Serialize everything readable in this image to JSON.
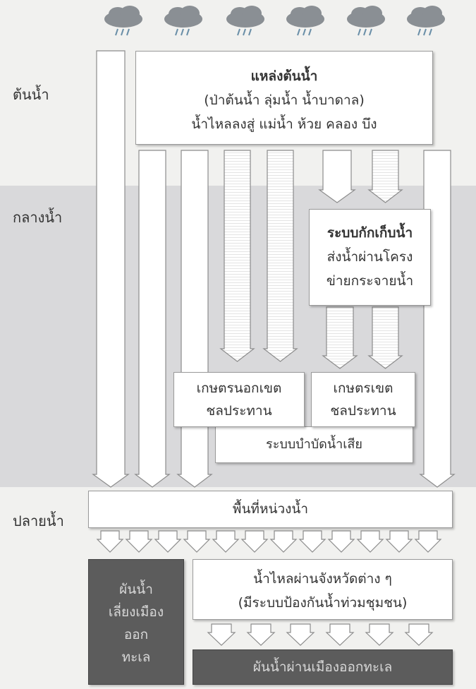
{
  "zones": {
    "upstream": "ต้นน้ำ",
    "midstream": "กลางน้ำ",
    "downstream": "ปลายน้ำ"
  },
  "source": {
    "title": "แหล่งต้นน้ำ",
    "line2": "(ป่าต้นน้ำ ลุ่มน้ำ น้ำบาดาล)",
    "line3": "น้ำไหลลงสู่ แม่น้ำ ห้วย คลอง บึง"
  },
  "storage": {
    "title": "ระบบกักเก็บน้ำ",
    "line2": "ส่งน้ำผ่านโครง",
    "line3": "ข่ายกระจายน้ำ"
  },
  "farm_outside": {
    "line1": "เกษตรนอกเขต",
    "line2": "ชลประทาน"
  },
  "farm_inside": {
    "line1": "เกษตรเขต",
    "line2": "ชลประทาน"
  },
  "wastewater": "ระบบบำบัดน้ำเสีย",
  "wetland": "พื้นที่หน่วงน้ำ",
  "divert_city": {
    "line1": "ผันน้ำ",
    "line2": "เลี่ยงเมือง",
    "line3": "ออก",
    "line4": "ทะเล"
  },
  "flow_provinces": {
    "line1": "น้ำไหลผ่านจังหวัดต่าง ๆ",
    "line2": "(มีระบบป้องกันน้ำท่วมชุมชน)"
  },
  "divert_through": "ผันน้ำผ่านเมืองออกทะเล",
  "colors": {
    "mid_band": "#d9d9db",
    "background": "#f1f1ef",
    "dark_box": "#5c5c5c",
    "cloud": "#8a8f94",
    "rain": "#6a8fa8"
  },
  "icons": {
    "cloud": "rain-cloud-icon",
    "arrow": "down-arrow-icon"
  }
}
